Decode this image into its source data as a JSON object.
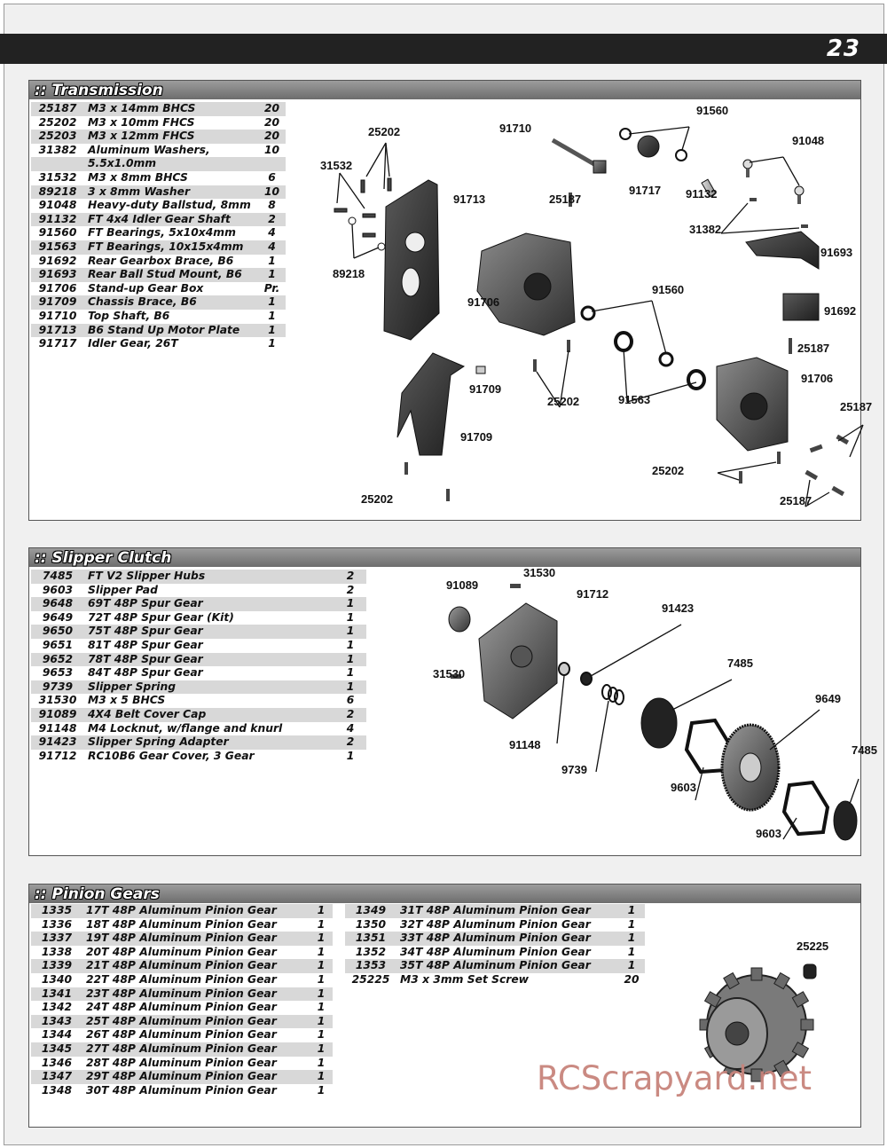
{
  "page": {
    "number": "23",
    "watermark": "RCScrapyard.net"
  },
  "transmission": {
    "title": ":: Transmission",
    "parts": [
      {
        "no": "25187",
        "desc": "M3 x 14mm BHCS",
        "qty": "20"
      },
      {
        "no": "25202",
        "desc": "M3 x 10mm FHCS",
        "qty": "20"
      },
      {
        "no": "25203",
        "desc": "M3 x 12mm FHCS",
        "qty": "20"
      },
      {
        "no": "31382",
        "desc": "Aluminum Washers,",
        "qty": "10"
      },
      {
        "no": "",
        "desc": "5.5x1.0mm",
        "qty": ""
      },
      {
        "no": "31532",
        "desc": "M3 x 8mm BHCS",
        "qty": "6"
      },
      {
        "no": "89218",
        "desc": "3 x 8mm Washer",
        "qty": "10"
      },
      {
        "no": "91048",
        "desc": "Heavy-duty Ballstud, 8mm",
        "qty": "8"
      },
      {
        "no": "91132",
        "desc": "FT 4x4 Idler Gear Shaft",
        "qty": "2"
      },
      {
        "no": "91560",
        "desc": "FT Bearings, 5x10x4mm",
        "qty": "4"
      },
      {
        "no": "91563",
        "desc": "FT Bearings, 10x15x4mm",
        "qty": "4"
      },
      {
        "no": "91692",
        "desc": "Rear Gearbox Brace, B6",
        "qty": "1"
      },
      {
        "no": "91693",
        "desc": "Rear Ball Stud Mount, B6",
        "qty": "1"
      },
      {
        "no": "91706",
        "desc": "Stand-up Gear Box",
        "qty": "Pr."
      },
      {
        "no": "91709",
        "desc": "Chassis Brace, B6",
        "qty": "1"
      },
      {
        "no": "91710",
        "desc": "Top Shaft, B6",
        "qty": "1"
      },
      {
        "no": "91713",
        "desc": "B6 Stand Up Motor Plate",
        "qty": "1"
      },
      {
        "no": "91717",
        "desc": "Idler Gear, 26T",
        "qty": "1"
      }
    ],
    "callouts": {
      "c25202a": "25202",
      "c31532": "31532",
      "c89218": "89218",
      "c91713": "91713",
      "c91710": "91710",
      "c91560a": "91560",
      "c91717": "91717",
      "c91132": "91132",
      "c91048": "91048",
      "c31382": "31382",
      "c91693": "91693",
      "c91692": "91692",
      "c25187a": "25187",
      "c91706a": "91706",
      "c91560b": "91560",
      "c91709a": "91709",
      "c25202b": "25202",
      "c91563": "91563",
      "c25187b": "25187",
      "c91706b": "91706",
      "c25187c": "25187",
      "c91709b": "91709",
      "c25202c": "25202",
      "c25202d": "25202",
      "c25187d": "25187"
    }
  },
  "slipper": {
    "title": ":: Slipper Clutch",
    "parts": [
      {
        "no": "7485",
        "desc": "FT V2 Slipper Hubs",
        "qty": "2"
      },
      {
        "no": "9603",
        "desc": "Slipper Pad",
        "qty": "2"
      },
      {
        "no": "9648",
        "desc": "69T 48P Spur Gear",
        "qty": "1"
      },
      {
        "no": "9649",
        "desc": "72T 48P Spur Gear (Kit)",
        "qty": "1"
      },
      {
        "no": "9650",
        "desc": "75T 48P Spur Gear",
        "qty": "1"
      },
      {
        "no": "9651",
        "desc": "81T 48P Spur Gear",
        "qty": "1"
      },
      {
        "no": "9652",
        "desc": "78T 48P Spur Gear",
        "qty": "1"
      },
      {
        "no": "9653",
        "desc": "84T 48P Spur Gear",
        "qty": "1"
      },
      {
        "no": "9739",
        "desc": "Slipper Spring",
        "qty": "1"
      },
      {
        "no": "31530",
        "desc": "M3 x 5 BHCS",
        "qty": "6"
      },
      {
        "no": "91089",
        "desc": "4X4 Belt Cover Cap",
        "qty": "2"
      },
      {
        "no": "91148",
        "desc": "M4 Locknut, w/flange and knurl",
        "qty": "4"
      },
      {
        "no": "91423",
        "desc": "Slipper Spring Adapter",
        "qty": "2"
      },
      {
        "no": "91712",
        "desc": "RC10B6 Gear Cover, 3 Gear",
        "qty": "1"
      }
    ],
    "callouts": {
      "c91089": "91089",
      "c31530a": "31530",
      "c91712": "91712",
      "c91423": "91423",
      "c31530b": "31530",
      "c7485a": "7485",
      "c9649": "9649",
      "c91148": "91148",
      "c9739": "9739",
      "c9603a": "9603",
      "c7485b": "7485",
      "c9603b": "9603"
    }
  },
  "pinion": {
    "title": ":: Pinion Gears",
    "parts_left": [
      {
        "no": "1335",
        "desc": "17T 48P Aluminum Pinion Gear",
        "qty": "1"
      },
      {
        "no": "1336",
        "desc": "18T 48P Aluminum Pinion Gear",
        "qty": "1"
      },
      {
        "no": "1337",
        "desc": "19T 48P Aluminum Pinion Gear",
        "qty": "1"
      },
      {
        "no": "1338",
        "desc": "20T 48P Aluminum Pinion Gear",
        "qty": "1"
      },
      {
        "no": "1339",
        "desc": "21T 48P Aluminum Pinion Gear",
        "qty": "1"
      },
      {
        "no": "1340",
        "desc": "22T 48P Aluminum Pinion Gear",
        "qty": "1"
      },
      {
        "no": "1341",
        "desc": "23T 48P Aluminum Pinion Gear",
        "qty": "1"
      },
      {
        "no": "1342",
        "desc": "24T 48P Aluminum Pinion Gear",
        "qty": "1"
      },
      {
        "no": "1343",
        "desc": "25T 48P Aluminum Pinion Gear",
        "qty": "1"
      },
      {
        "no": "1344",
        "desc": "26T 48P Aluminum Pinion Gear",
        "qty": "1"
      },
      {
        "no": "1345",
        "desc": "27T 48P Aluminum Pinion Gear",
        "qty": "1"
      },
      {
        "no": "1346",
        "desc": "28T 48P Aluminum Pinion Gear",
        "qty": "1"
      },
      {
        "no": "1347",
        "desc": "29T 48P Aluminum Pinion Gear",
        "qty": "1"
      },
      {
        "no": "1348",
        "desc": "30T 48P Aluminum Pinion Gear",
        "qty": "1"
      }
    ],
    "parts_right": [
      {
        "no": "1349",
        "desc": "31T 48P Aluminum Pinion Gear",
        "qty": "1"
      },
      {
        "no": "1350",
        "desc": "32T 48P Aluminum Pinion Gear",
        "qty": "1"
      },
      {
        "no": "1351",
        "desc": "33T 48P Aluminum Pinion Gear",
        "qty": "1"
      },
      {
        "no": "1352",
        "desc": "34T 48P Aluminum Pinion Gear",
        "qty": "1"
      },
      {
        "no": "1353",
        "desc": "35T 48P Aluminum Pinion Gear",
        "qty": "1"
      },
      {
        "no": "25225",
        "desc": "M3 x 3mm Set Screw",
        "qty": "20"
      }
    ],
    "callouts": {
      "c25225": "25225"
    }
  }
}
